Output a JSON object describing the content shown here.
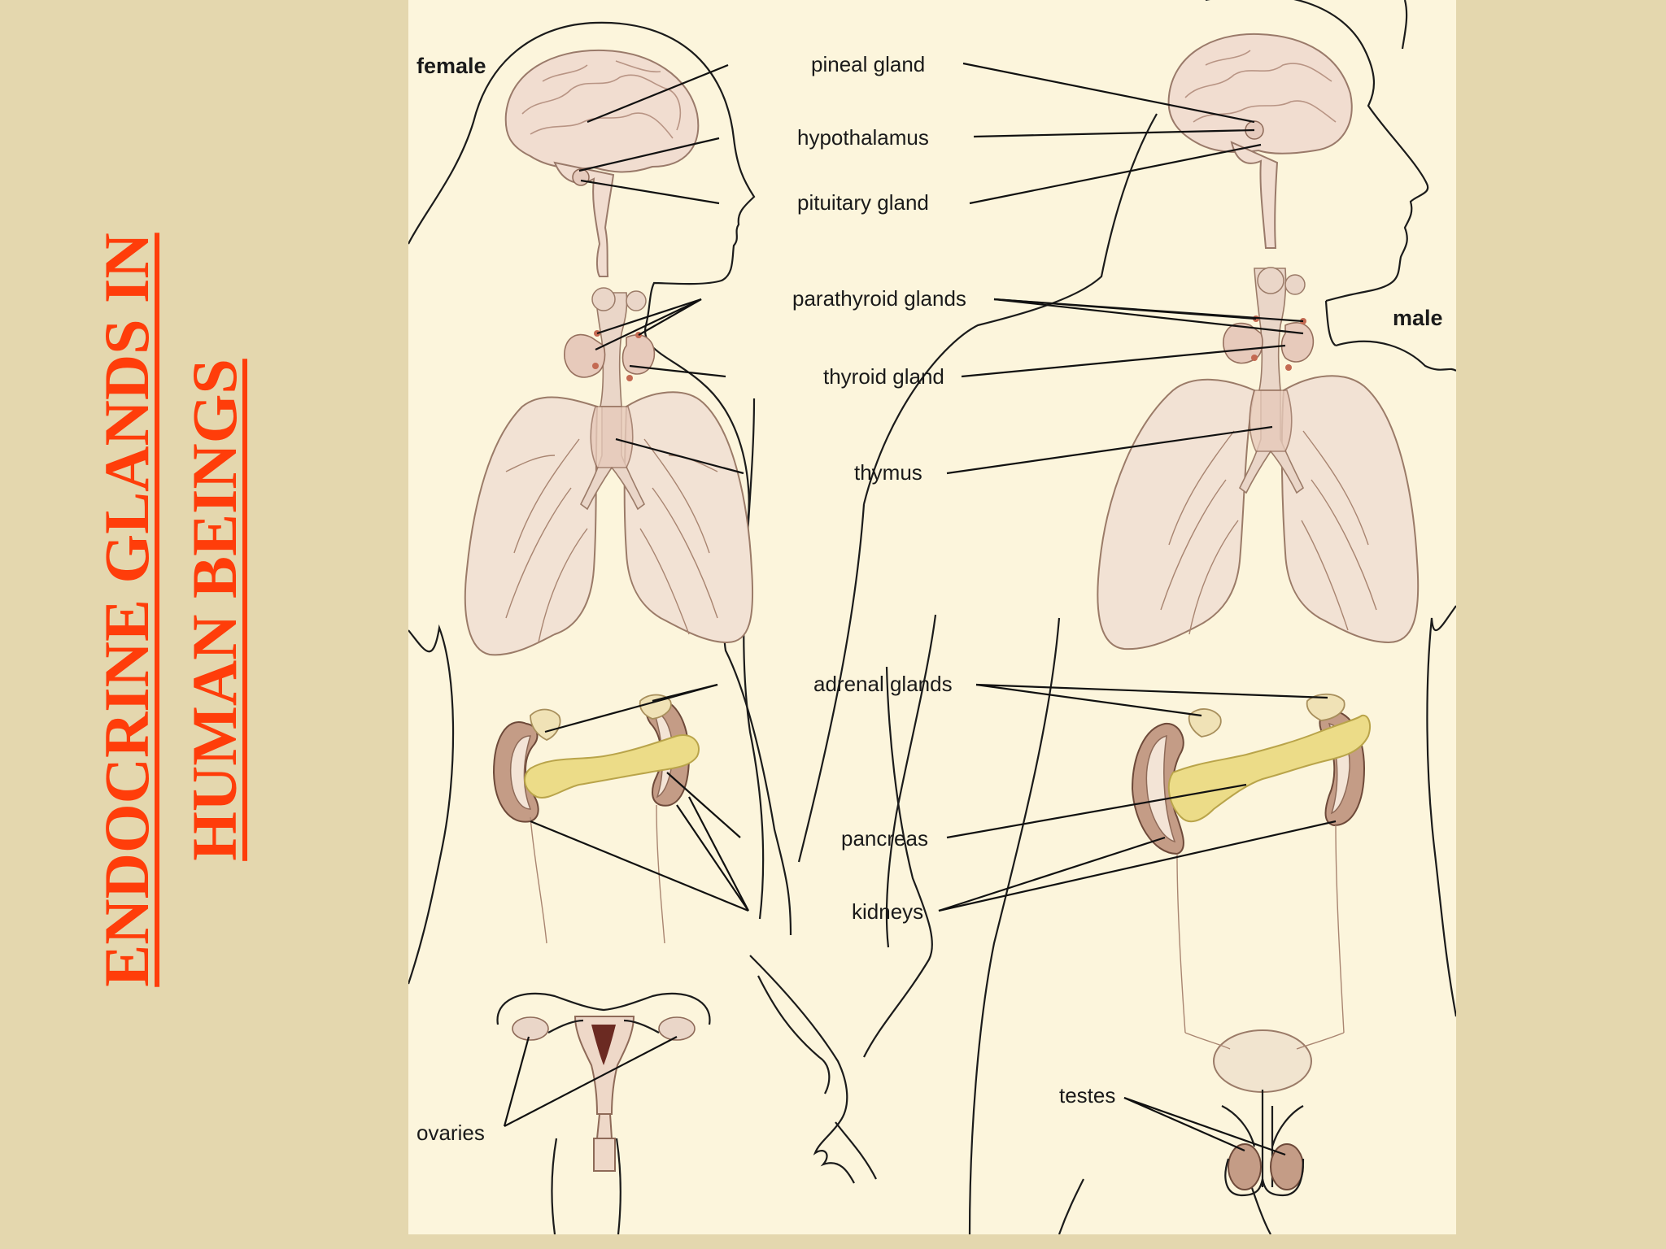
{
  "title": {
    "line1": "ENDOCRINE GLANDS IN",
    "line2": "HUMAN BEINGS"
  },
  "diagram": {
    "female_label": "female",
    "male_label": "male",
    "labels": {
      "pineal": "pineal gland",
      "hypothalamus": "hypothalamus",
      "pituitary": "pituitary gland",
      "parathyroid": "parathyroid glands",
      "thyroid": "thyroid gland",
      "thymus": "thymus",
      "adrenal": "adrenal glands",
      "pancreas": "pancreas",
      "kidneys": "kidneys",
      "ovaries": "ovaries",
      "testes": "testes"
    }
  },
  "colors": {
    "slide_background": "#e4d7ae",
    "diagram_background": "#fcf5dc",
    "title": "#ff3d0a"
  }
}
